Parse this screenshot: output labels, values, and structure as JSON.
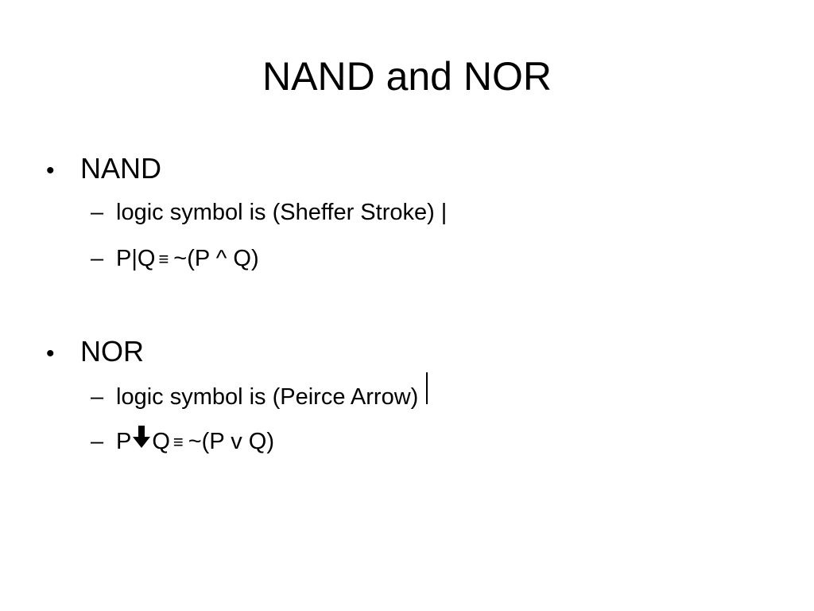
{
  "slide": {
    "title": "NAND and NOR",
    "sections": [
      {
        "bullet_glyph": "•",
        "heading": "NAND",
        "items": [
          {
            "dash": "–",
            "text": "logic symbol is (Sheffer Stroke)",
            "symbol": "|"
          },
          {
            "dash": "–",
            "lhs": "P|Q",
            "equiv": "≡",
            "rhs": "~(P ^ Q)"
          }
        ]
      },
      {
        "bullet_glyph": "•",
        "heading": "NOR",
        "items": [
          {
            "dash": "–",
            "text": "logic symbol is (Peirce Arrow)",
            "symbol_icon": "vertical-bar-icon"
          },
          {
            "dash": "–",
            "lhs_left": "P",
            "lhs_icon": "down-arrow-icon",
            "lhs_right": "Q",
            "equiv": "≡",
            "rhs": "~(P v Q)"
          }
        ]
      }
    ]
  }
}
